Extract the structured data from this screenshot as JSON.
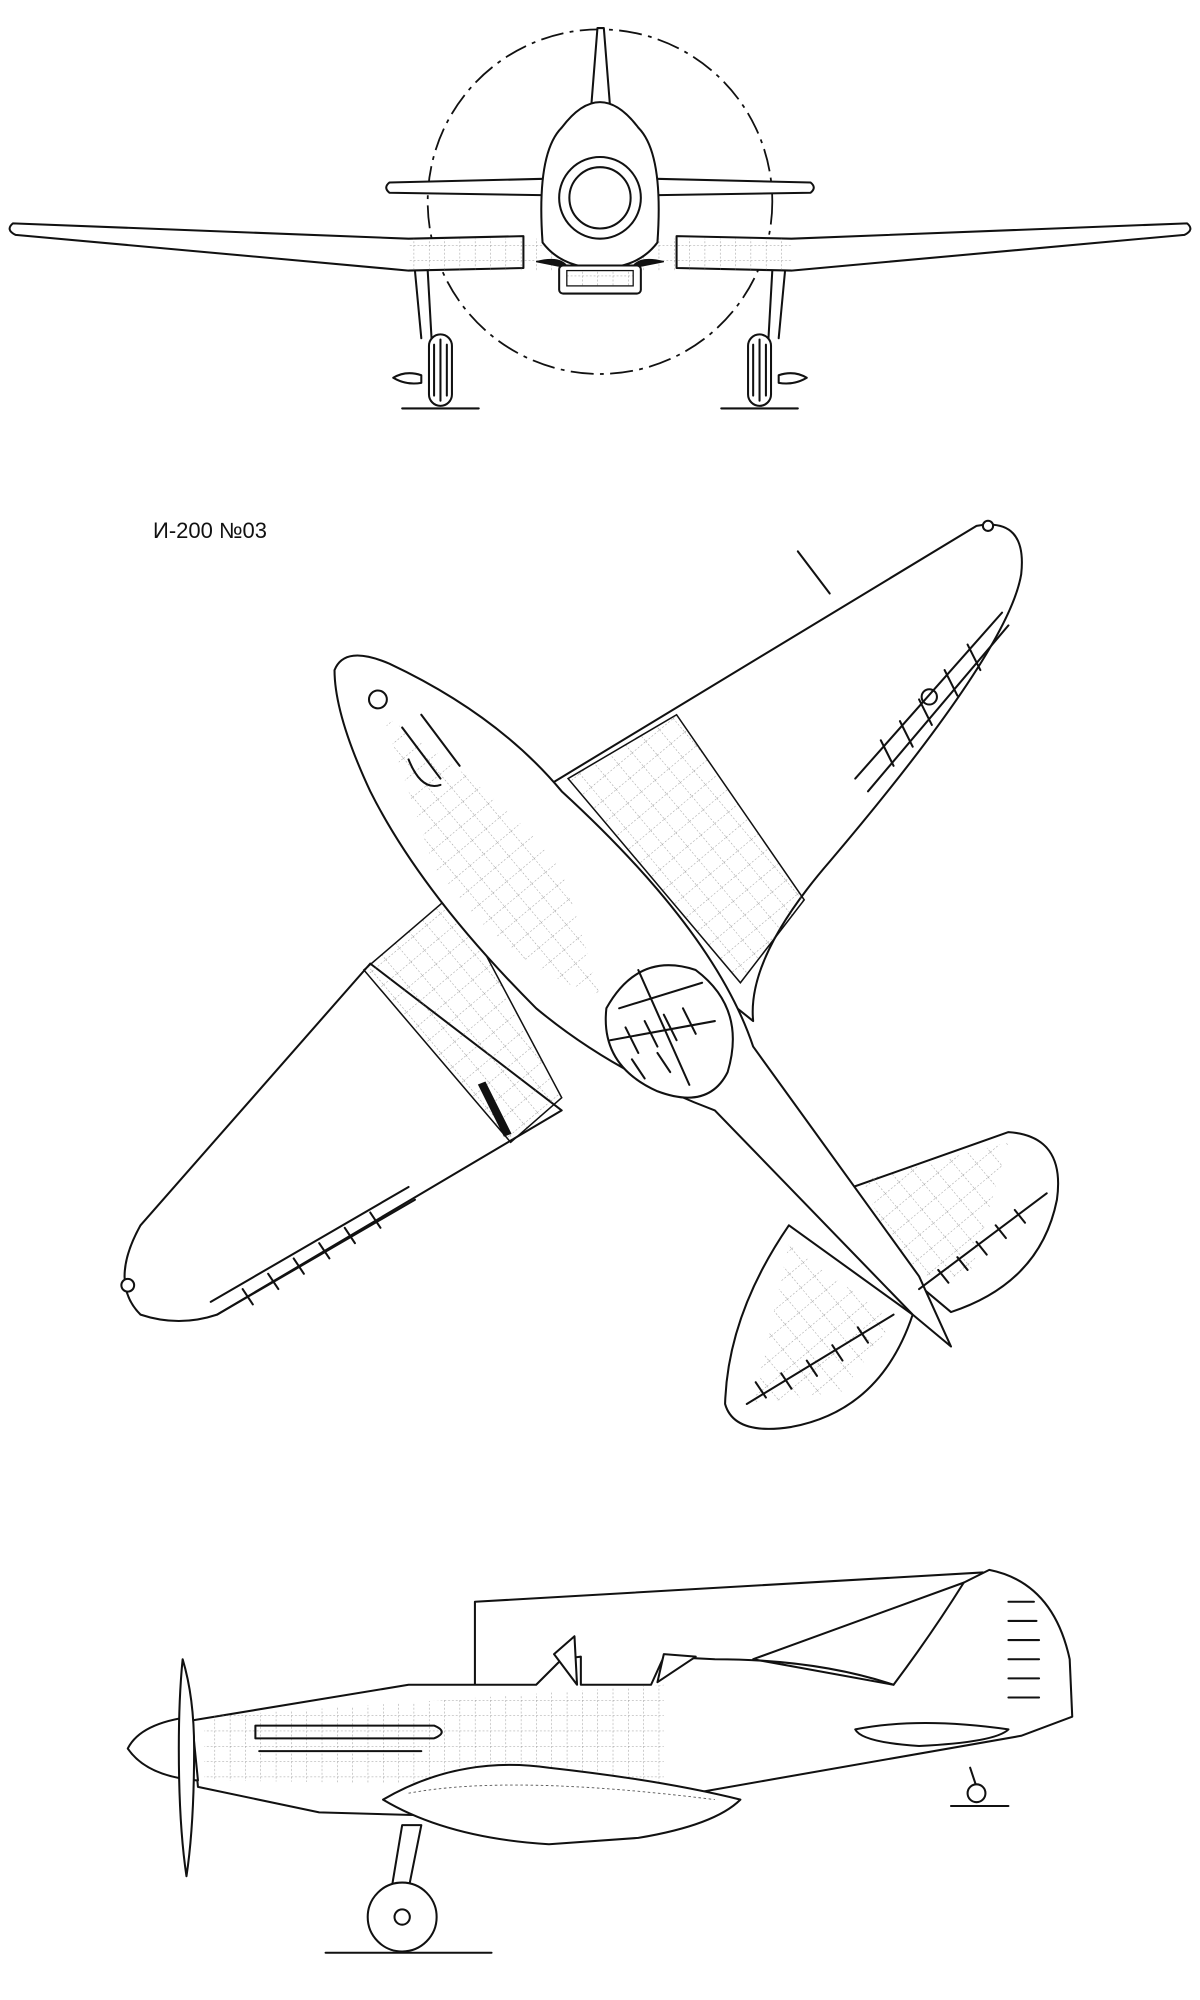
{
  "drawing": {
    "title": "И-200 №03",
    "views": [
      "front",
      "top",
      "side"
    ]
  }
}
